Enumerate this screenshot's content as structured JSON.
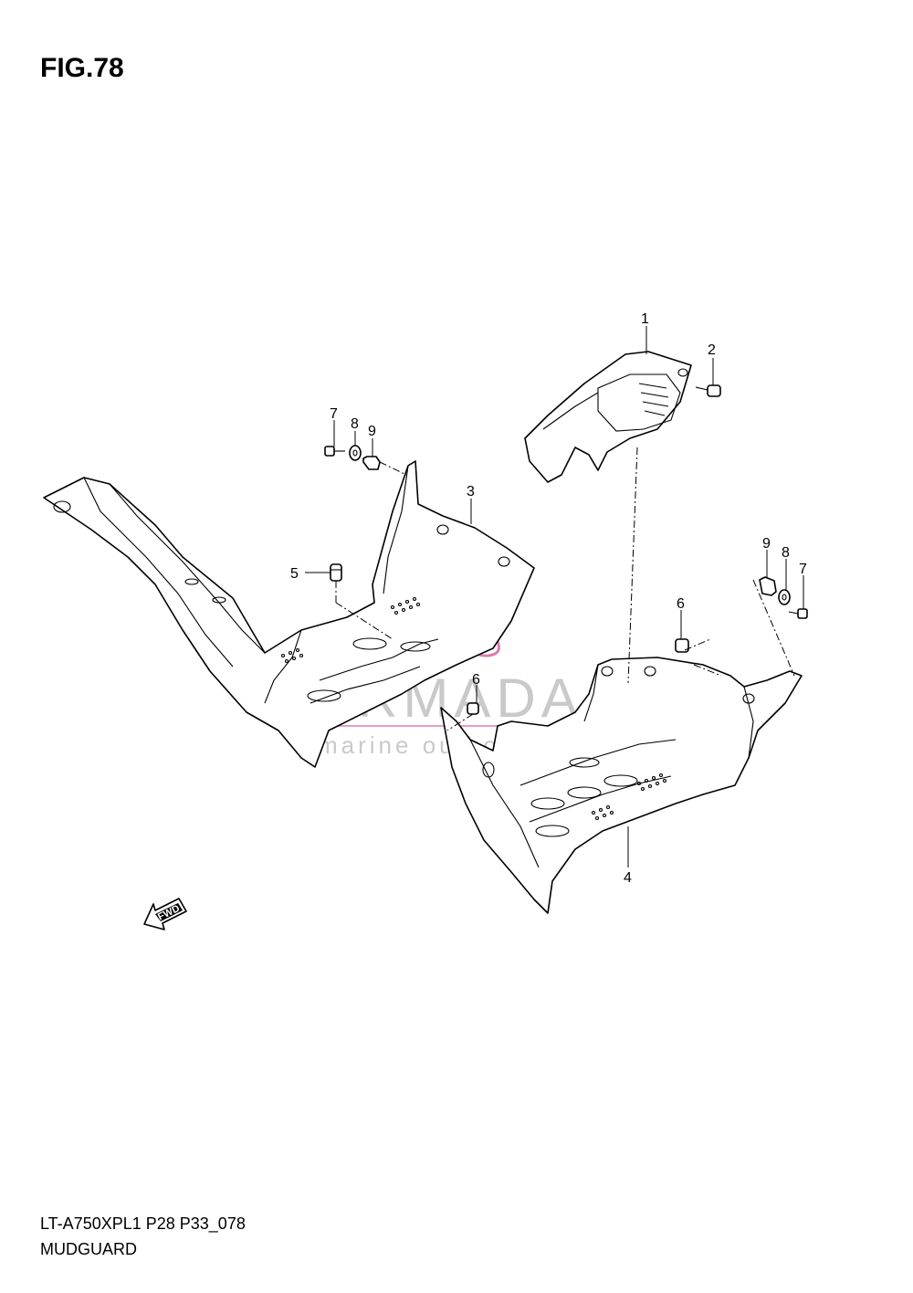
{
  "figure": {
    "title": "FIG.78",
    "model_code": "LT-A750XPL1 P28 P33_078",
    "section_name": "MUDGUARD"
  },
  "callouts": [
    {
      "id": "c1",
      "label": "1"
    },
    {
      "id": "c2",
      "label": "2"
    },
    {
      "id": "c3",
      "label": "3"
    },
    {
      "id": "c4",
      "label": "4"
    },
    {
      "id": "c5",
      "label": "5"
    },
    {
      "id": "c6a",
      "label": "6"
    },
    {
      "id": "c6b",
      "label": "6"
    },
    {
      "id": "c7a",
      "label": "7"
    },
    {
      "id": "c8a",
      "label": "8"
    },
    {
      "id": "c9a",
      "label": "9"
    },
    {
      "id": "c7b",
      "label": "7"
    },
    {
      "id": "c8b",
      "label": "8"
    },
    {
      "id": "c9b",
      "label": "9"
    }
  ],
  "watermark": {
    "brand": "ARMADA",
    "tagline": "marine outboards",
    "logo_color": "#e07ab0",
    "line_color": "#e07ab0"
  },
  "fwd_arrow": {
    "label": "FWD"
  }
}
